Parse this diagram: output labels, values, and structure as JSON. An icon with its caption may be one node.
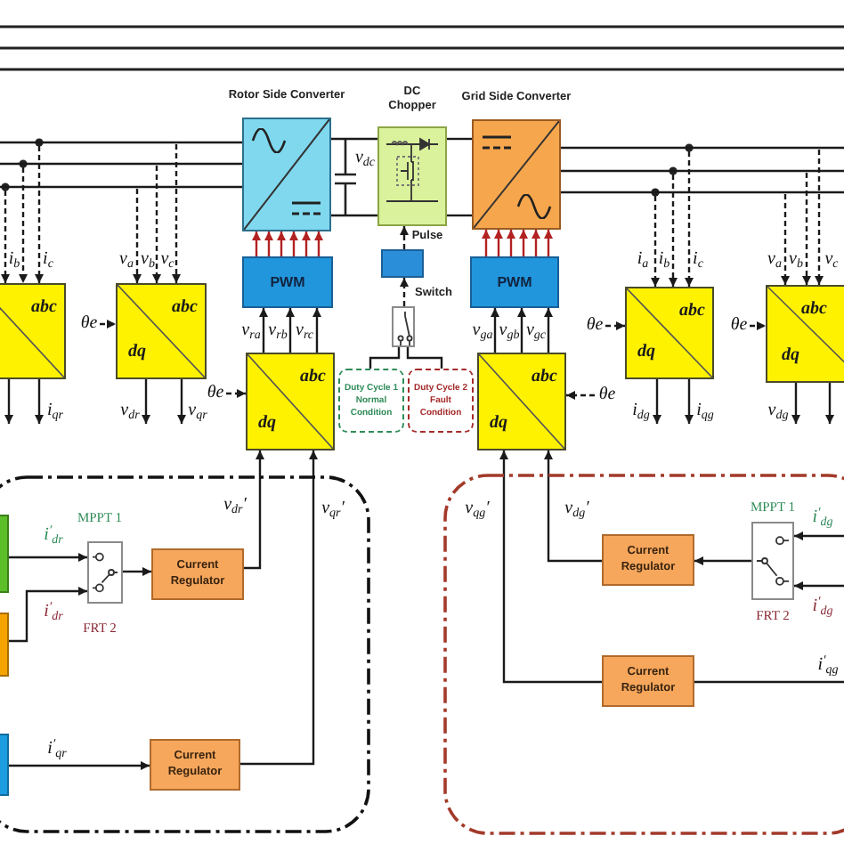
{
  "diagram": {
    "nodes": [
      {
        "text": [
          "Rotor Side Converter"
        ]
      },
      {
        "text": [
          "DC Chopper"
        ]
      },
      {
        "text": [
          "Grid Side Converter"
        ]
      },
      {
        "text": [
          "PWM"
        ]
      },
      {
        "text": [],
        "shape": "box"
      },
      {
        "text": [
          "PWM"
        ]
      },
      {
        "text": [
          "abc"
        ]
      },
      {
        "text": [
          "abc",
          "dq"
        ]
      },
      {
        "text": [
          "abc",
          "dq"
        ]
      },
      {
        "text": [
          "abc",
          "dq"
        ]
      },
      {
        "text": [],
        "shape": "box",
        "beside": [
          "Switch"
        ]
      },
      {
        "text": [
          "abc",
          "dq"
        ]
      },
      {
        "text": [
          "abc",
          "dq"
        ]
      },
      {
        "text": [
          "Duty Cycle 1 Normal Condition"
        ]
      },
      {
        "text": [
          "Duty Cycle 2 Fault Condition"
        ]
      },
      {
        "text": [],
        "shape": "box"
      },
      {
        "text": [],
        "shape": "box",
        "in": 15
      },
      {
        "text": [],
        "shape": "box",
        "in": 15,
        "beside": [
          "MPPT 1",
          "FRT 2"
        ]
      },
      {
        "text": [
          "Current Regulator"
        ],
        "in": 15
      },
      {
        "text": [],
        "shape": "box",
        "in": 15
      },
      {
        "text": [],
        "shape": "box",
        "in": 15
      },
      {
        "text": [
          "Current Regulator"
        ],
        "in": 15
      },
      {
        "text": [],
        "shape": "box"
      },
      {
        "text": [
          "Current Regulator"
        ],
        "in": 22
      },
      {
        "text": [],
        "shape": "box",
        "in": 22,
        "beside": [
          "MPPT 1",
          "FRT 2"
        ]
      },
      {
        "text": [
          "Current Regulator"
        ],
        "in": 22
      }
    ],
    "edges": [
      {
        "from": null,
        "to": 0,
        "arrow": "none"
      },
      {
        "from": null,
        "to": 0,
        "arrow": "none"
      },
      {
        "from": null,
        "to": 0,
        "arrow": "none"
      },
      {
        "from": 0,
        "to": 1,
        "arrow": "none"
      },
      {
        "from": 0,
        "to": 1,
        "arrow": "none"
      },
      {
        "from": 1,
        "to": 2,
        "arrow": "none"
      },
      {
        "from": 1,
        "to": 2,
        "arrow": "none"
      },
      {
        "from": 2,
        "to": null,
        "arrow": "none"
      },
      {
        "from": 2,
        "to": null,
        "arrow": "none"
      },
      {
        "from": 2,
        "to": null,
        "arrow": "none"
      },
      {
        "from": 3,
        "to": 0,
        "arrow": "to",
        "color": "#b22222"
      },
      {
        "from": 3,
        "to": 0,
        "arrow": "to",
        "color": "#b22222"
      },
      {
        "from": 3,
        "to": 0,
        "arrow": "to",
        "color": "#b22222"
      },
      {
        "from": 3,
        "to": 0,
        "arrow": "to",
        "color": "#b22222"
      },
      {
        "from": 3,
        "to": 0,
        "arrow": "to",
        "color": "#b22222"
      },
      {
        "from": 3,
        "to": 0,
        "arrow": "to",
        "color": "#b22222"
      },
      {
        "from": 5,
        "to": 2,
        "arrow": "to",
        "color": "#b22222"
      },
      {
        "from": 5,
        "to": 2,
        "arrow": "to",
        "color": "#b22222"
      },
      {
        "from": 5,
        "to": 2,
        "arrow": "to",
        "color": "#b22222"
      },
      {
        "from": 5,
        "to": 2,
        "arrow": "to",
        "color": "#b22222"
      },
      {
        "from": 5,
        "to": 2,
        "arrow": "to",
        "color": "#b22222"
      },
      {
        "from": 5,
        "to": 2,
        "arrow": "to",
        "color": "#b22222"
      },
      {
        "from": 4,
        "to": 1,
        "arrow": "to",
        "style": "dashed",
        "label": "Pulse"
      },
      {
        "from": 10,
        "to": 4,
        "arrow": "to",
        "style": "dashed"
      },
      {
        "from": 13,
        "to": 10,
        "arrow": "none"
      },
      {
        "from": 14,
        "to": 10,
        "arrow": "none"
      },
      {
        "from": 11,
        "to": 3,
        "arrow": "to",
        "label": "v$_{ra}$"
      },
      {
        "from": 11,
        "to": 3,
        "arrow": "to",
        "label": "v$_{rb}$"
      },
      {
        "from": 11,
        "to": 3,
        "arrow": "to",
        "label": "v$_{rc}$"
      },
      {
        "from": 12,
        "to": 5,
        "arrow": "to",
        "label": "v$_{ga}$"
      },
      {
        "from": 12,
        "to": 5,
        "arrow": "to",
        "label": "v$_{gb}$"
      },
      {
        "from": 12,
        "to": 5,
        "arrow": "to",
        "label": "v$_{gc}$"
      },
      {
        "from": null,
        "to": 6,
        "arrow": "to",
        "style": "dashed"
      },
      {
        "from": null,
        "to": 6,
        "arrow": "to",
        "style": "dashed",
        "label": "i$_{b}$"
      },
      {
        "from": null,
        "to": 6,
        "arrow": "to",
        "style": "dashed",
        "label": "i$_{c}$"
      },
      {
        "from": null,
        "to": 7,
        "arrow": "to",
        "style": "dashed",
        "label": "v$_{a}$"
      },
      {
        "from": null,
        "to": 7,
        "arrow": "to",
        "style": "dashed",
        "label": "v$_{b}$"
      },
      {
        "from": null,
        "to": 7,
        "arrow": "to",
        "style": "dashed",
        "label": "v$_{c}$"
      },
      {
        "from": null,
        "to": 8,
        "arrow": "to",
        "style": "dashed",
        "label": "i$_{a}$"
      },
      {
        "from": null,
        "to": 8,
        "arrow": "to",
        "style": "dashed",
        "label": "i$_{b}$"
      },
      {
        "from": null,
        "to": 8,
        "arrow": "to",
        "style": "dashed",
        "label": "i$_{c}$"
      },
      {
        "from": null,
        "to": 9,
        "arrow": "to",
        "style": "dashed",
        "label": "v$_{a}$"
      },
      {
        "from": null,
        "to": 9,
        "arrow": "to",
        "style": "dashed",
        "label": "v$_{b}$"
      },
      {
        "from": null,
        "to": 9,
        "arrow": "to",
        "style": "dashed",
        "label": "v$_{c}$"
      },
      {
        "from": null,
        "to": 7,
        "arrow": "to",
        "style": "dashed",
        "label": "θe"
      },
      {
        "from": null,
        "to": 8,
        "arrow": "to",
        "style": "dashed",
        "label": "θe"
      },
      {
        "from": null,
        "to": 9,
        "arrow": "to",
        "style": "dashed",
        "label": "θe"
      },
      {
        "from": null,
        "to": 11,
        "arrow": "to",
        "style": "dashed",
        "label": "θe"
      },
      {
        "from": null,
        "to": 12,
        "arrow": "to",
        "style": "dashed",
        "label": "θe"
      },
      {
        "from": 6,
        "to": null,
        "arrow": "to"
      },
      {
        "from": 6,
        "to": null,
        "arrow": "to",
        "label": "i$_{qr}$"
      },
      {
        "from": 7,
        "to": null,
        "arrow": "to",
        "label": "v$_{dr}$"
      },
      {
        "from": 7,
        "to": null,
        "arrow": "to",
        "label": "v$_{qr}$"
      },
      {
        "from": 8,
        "to": null,
        "arrow": "to",
        "label": "i$_{dg}$"
      },
      {
        "from": 8,
        "to": null,
        "arrow": "to",
        "label": "i$_{qg}$"
      },
      {
        "from": 9,
        "to": null,
        "arrow": "to",
        "label": "v$_{dg}$"
      },
      {
        "from": 9,
        "to": null,
        "arrow": "to"
      },
      {
        "from": 16,
        "to": 17,
        "arrow": "to",
        "label": "i$^{′}$$_{dr}$"
      },
      {
        "from": 19,
        "to": 17,
        "arrow": "to",
        "label": "i$^{′}$$_{dr}$"
      },
      {
        "from": 17,
        "to": 18,
        "arrow": "to"
      },
      {
        "from": 18,
        "to": 11,
        "arrow": "to",
        "label": "v$_{dr}$′"
      },
      {
        "from": 20,
        "to": 21,
        "arrow": "to",
        "label": "i$^{′}$$_{qr}$"
      },
      {
        "from": 21,
        "to": 11,
        "arrow": "to",
        "label": "v$_{qr}$′"
      },
      {
        "from": null,
        "to": 24,
        "arrow": "to",
        "label": "i$^{′}$$_{dg}$"
      },
      {
        "from": null,
        "to": 24,
        "arrow": "to",
        "label": "i$^{′}$$_{dg}$"
      },
      {
        "from": 24,
        "to": 23,
        "arrow": "to"
      },
      {
        "from": 23,
        "to": 12,
        "arrow": "to",
        "label": "v$_{dg}$′"
      },
      {
        "from": null,
        "to": 25,
        "arrow": "none",
        "label": "i$^{′}$$_{qg}$"
      },
      {
        "from": 25,
        "to": 12,
        "arrow": "to",
        "label": "v$_{qg}$′"
      }
    ],
    "labels": [
      "v$_{dc}$"
    ]
  }
}
